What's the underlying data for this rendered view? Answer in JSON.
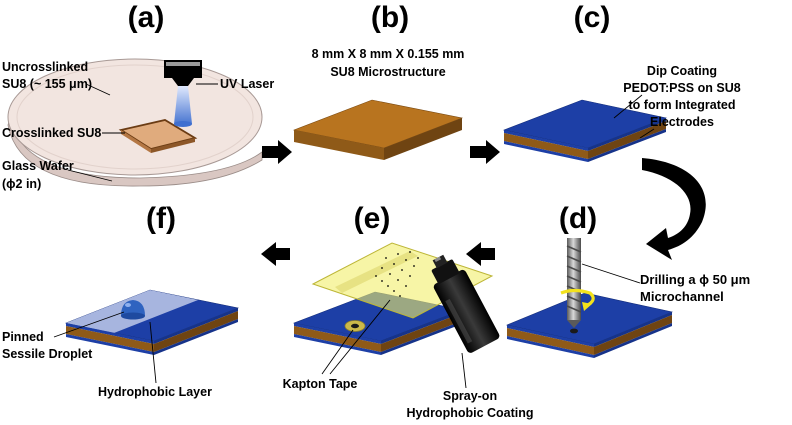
{
  "panels": {
    "a": "(a)",
    "b": "(b)",
    "c": "(c)",
    "d": "(d)",
    "e": "(e)",
    "f": "(f)"
  },
  "annotations": {
    "uncrosslinked_1": "Uncrosslinked",
    "uncrosslinked_2": "SU8 (~ 155 μm)",
    "uv_laser": "UV Laser",
    "crosslinked": "Crosslinked SU8",
    "glass_1": "Glass Wafer",
    "glass_2": "(ϕ2 in)",
    "dims_1": "8 mm X 8 mm X 0.155 mm",
    "dims_2": "SU8 Microstructure",
    "dip_1": "Dip Coating",
    "dip_2": "PEDOT:PSS on SU8",
    "dip_3": "to form Integrated",
    "dip_4": "Electrodes",
    "drill_1": "Drilling a ϕ 50 μm",
    "drill_2": "Microchannel",
    "kapton": "Kapton Tape",
    "spray_1": "Spray-on",
    "spray_2": "Hydrophobic Coating",
    "pinned_1": "Pinned",
    "pinned_2": "Sessile Droplet",
    "hydrophobic": "Hydrophobic Layer"
  },
  "colors": {
    "su8_top": "#b8741f",
    "su8_side": "#8a5415",
    "pedot": "#1d3fa6",
    "kapton": "#f2ee6a",
    "droplet": "#2f63c0",
    "hydrophobic_layer": "#b7c2e6",
    "wafer": "#ecdcd7",
    "arrow": "#000000"
  },
  "icons": [
    "uv-laser-icon",
    "drill-bit-icon",
    "spray-can-icon",
    "rotation-arrow-icon",
    "curved-arrow-icon"
  ]
}
